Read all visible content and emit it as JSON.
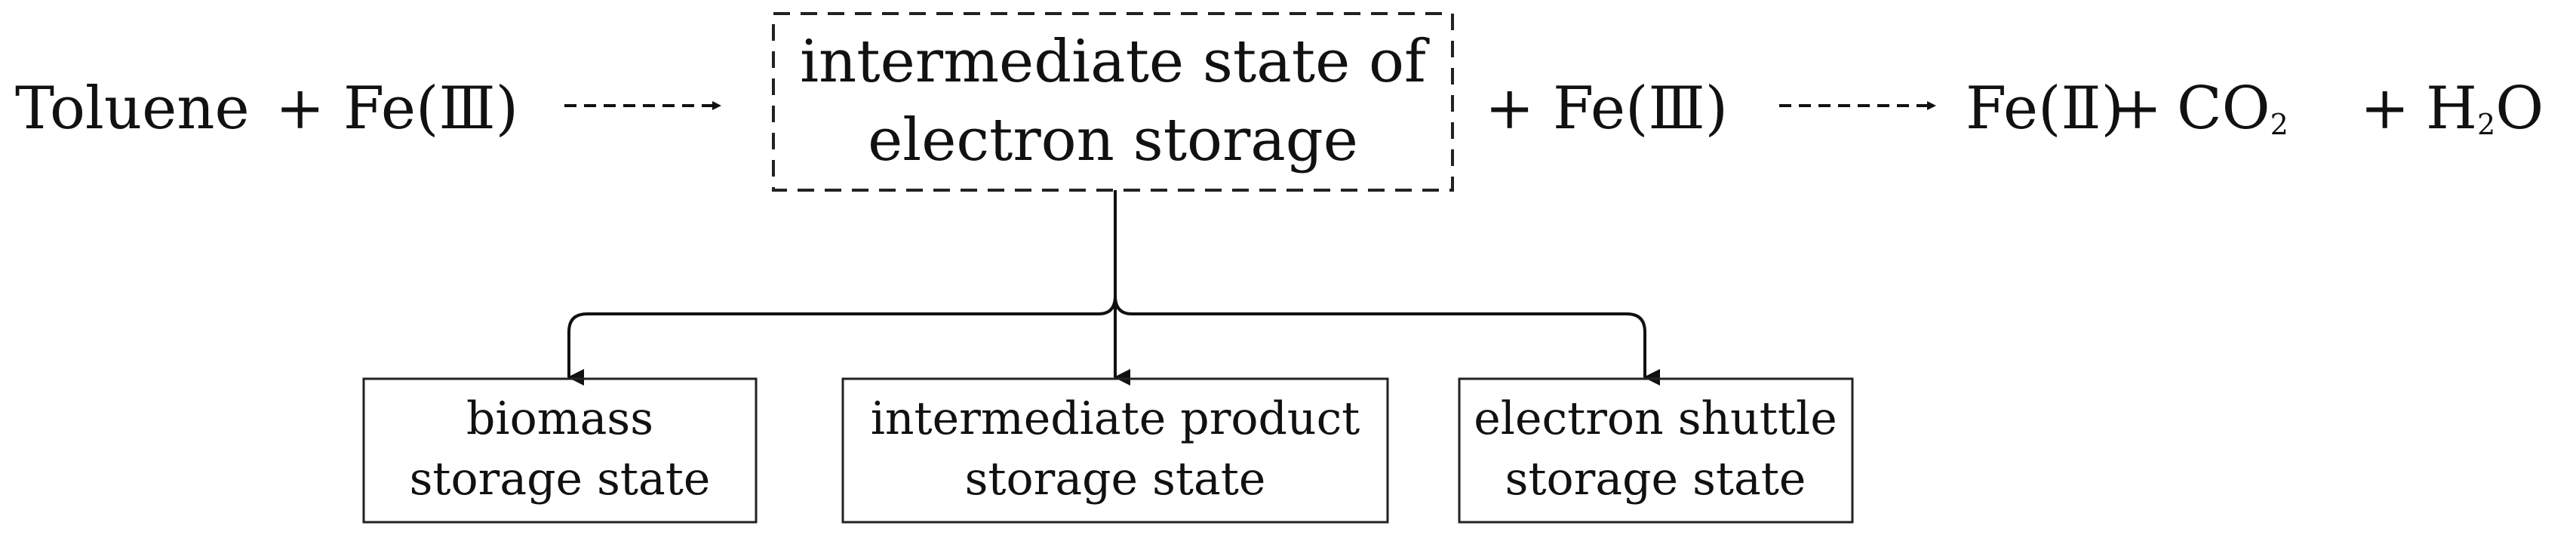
{
  "reaction": {
    "toluene": "Toluene",
    "plus1": "+",
    "fe3_a": "Fe(Ⅲ)",
    "intermediate_line1": "intermediate state of",
    "intermediate_line2": "electron storage",
    "plus2": "+",
    "fe3_b": "Fe(Ⅲ)",
    "fe2": "Fe(Ⅱ)",
    "plus3": "+",
    "co": "CO",
    "co_sub": "2",
    "plus4": "+",
    "h": "H",
    "h_sub": "2",
    "o": "O"
  },
  "storage_states": [
    {
      "line1": "biomass",
      "line2": "storage state"
    },
    {
      "line1": "intermediate product",
      "line2": "storage state"
    },
    {
      "line1": "electron shuttle",
      "line2": "storage state"
    }
  ]
}
